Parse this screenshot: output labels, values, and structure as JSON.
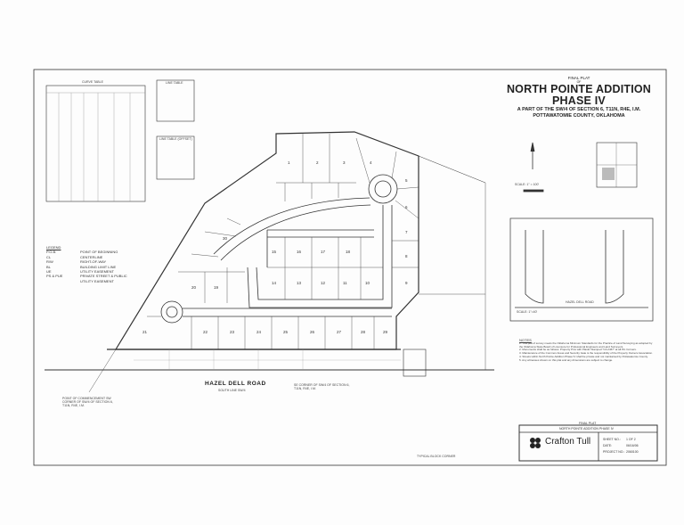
{
  "header": {
    "final_plat_label": "FINAL PLAT",
    "of_label": "OF",
    "title_line1": "NORTH POINTE ADDITION",
    "title_line2": "PHASE IV",
    "subtitle_line1": "A PART OF THE SW/4 OF SECTION 6, T11N, R4E, I.M.",
    "subtitle_line2": "POTTAWATOMIE COUNTY, OKLAHOMA"
  },
  "tables": {
    "curve_table_title": "CURVE TABLE",
    "line_table_title": "LINE TABLE",
    "line_table_offset_title": "LINE TABLE (OFFSET)"
  },
  "legend": {
    "title": "LEGEND",
    "items": [
      {
        "abbr": "P.O.B.",
        "desc": "POINT OF BEGINNING"
      },
      {
        "abbr": "CL",
        "desc": "CENTERLINE"
      },
      {
        "abbr": "R/W",
        "desc": "RIGHT-OF-WAY"
      },
      {
        "abbr": "BL",
        "desc": "BUILDING LIMIT LINE"
      },
      {
        "abbr": "UE",
        "desc": "UTILITY EASEMENT"
      },
      {
        "abbr": "PS & PUE",
        "desc": "PRIVATE STREET & PUBLIC"
      },
      {
        "abbr": "",
        "desc": "UTILITY EASEMENT"
      }
    ]
  },
  "map": {
    "road_name": "HAZEL DELL ROAD",
    "road_sub": "SOUTH LINE SW/4",
    "poc_label": "POINT OF COMMENCEMENT SW CORNER OF SW/4 OF SECTION 6, T11N, R4E, I.M.",
    "se_corner_label": "SE CORNER OF SW/4 OF SECTION 6, T11N, R4E, I.M.",
    "scale_label": "SCALE: 1\" = 100'",
    "typical_corner_label": "TYPICAL BLOCK CORNER",
    "detail_scale_label": "SCALE: 1\"=40'",
    "detail_road_label": "HAZEL DELL ROAD",
    "lots": [
      "1",
      "2",
      "3",
      "4",
      "5",
      "6",
      "7",
      "8",
      "9",
      "10",
      "11",
      "12",
      "13",
      "14",
      "15",
      "16",
      "17",
      "18",
      "19",
      "20",
      "21",
      "22",
      "23",
      "24",
      "25",
      "26",
      "27",
      "28",
      "29",
      "30"
    ]
  },
  "notes": {
    "title": "NOTES",
    "items": [
      "1. This plat of survey meets the Oklahoma Minimum Standards for the Practice of Land Surveying as adopted by the Oklahoma State Board of Licensure for Professional Engineers and Land Surveyors.",
      "2. Monuments shall be as follows: Property Pins with Plastic Stamped \"CA 2467\" at all Pin Corners.",
      "3. Maintenance of the Common Areas and Security Gate is the responsibility of the Property Owners Association.",
      "4. Streets within North Pointe Addition Phase IV shall be private and not maintained by Pottawatomie County.",
      "5. Any witnesses shown on this plat and any dimensions are subject to change."
    ]
  },
  "title_block": {
    "plat_label": "FINAL PLAT",
    "project_name": "NORTH POINTE ADDITION PHASE IV",
    "company": "Crafton Tull",
    "sheet_no_label": "SHEET NO.:",
    "sheet_no": "1 OF 2",
    "date_label": "DATE:",
    "date": "06/16/06",
    "project_no_label": "PROJECT NO.:",
    "project_no": "2060100"
  }
}
